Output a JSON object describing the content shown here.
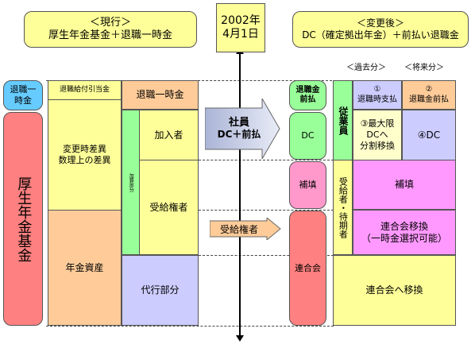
{
  "header": {
    "current_line1": "＜現行＞",
    "current_line2": "厚生年金基金＋退職一時金",
    "date_line1": "2002年",
    "date_line2": "4月1日",
    "after_line1": "＜変更後＞",
    "after_line2": "DC（確定拠出年金）＋前払い退職金",
    "past_label": "＜過去分＞",
    "future_label": "＜将来分＞"
  },
  "left": {
    "retire_lump": "退職一時金",
    "kousei_kikin": "厚生年金基金",
    "taishoku_kyufu": "退職給付引当金",
    "henkoji_line1": "変更時差異",
    "henkoji_line2": "数理上の差異",
    "nenkin_shisan": "年金資産",
    "taishoku_ichiji": "退職一時金",
    "kasan": "加算部分",
    "kanyusha": "加入者",
    "jukyu": "受給権者",
    "daiko": "代行部分"
  },
  "arrows": {
    "shain_line1": "社員",
    "shain_line2": "DC＋前払",
    "jukyu": "受給権者"
  },
  "right": {
    "taishoku_maebarai": "退職金前払",
    "dc": "DC",
    "hoten": "補填",
    "rengokai": "連合会",
    "jugyoin": "従業員",
    "jukyu_taiki": "受給者・待期者",
    "item1_line1": "①",
    "item1_line2": "退職時支払",
    "item2_line1": "②",
    "item2_line2": "退職金前払",
    "item3_line1": "③最大限",
    "item3_line2": "DCへ",
    "item3_line3": "分割移換",
    "item4": "④DC",
    "hoten2": "補填",
    "rengokai_iko_line1": "連合会移換",
    "rengokai_iko_line2": "（一時金選択可能）",
    "rengokai_he": "連合会へ移換"
  }
}
